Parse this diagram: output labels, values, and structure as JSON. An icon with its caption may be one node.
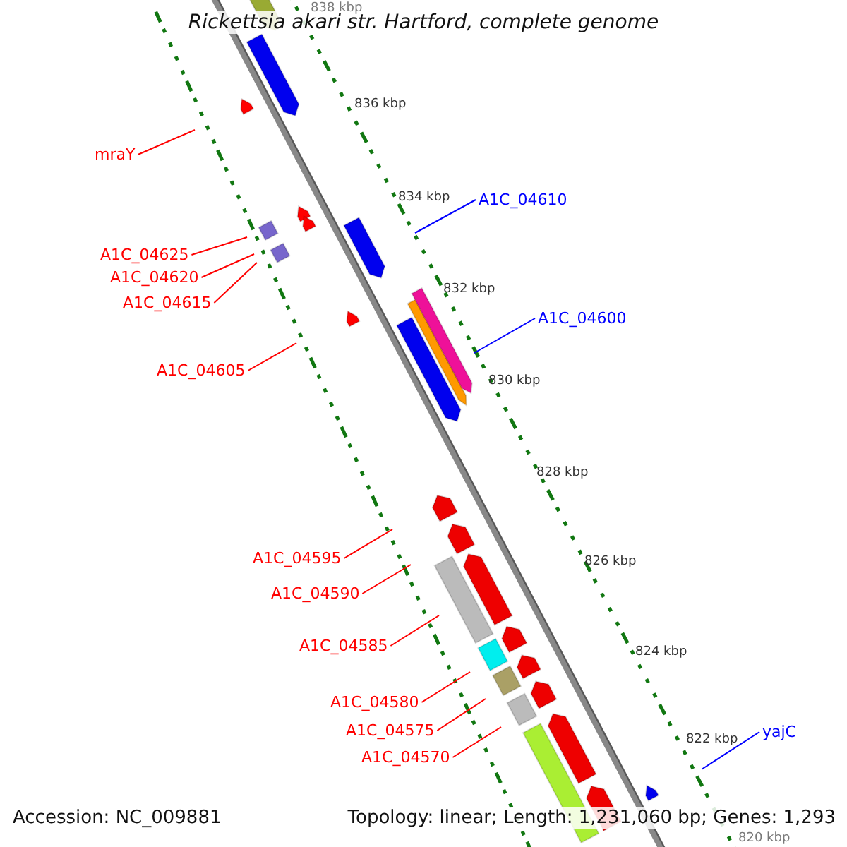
{
  "diagram": {
    "title": "Rickettsia akari str. Hartford, complete genome",
    "nodes": [
      {
        "text": [
          "mraY"
        ]
      },
      {
        "text": [
          "A1C_04610"
        ]
      },
      {
        "text": [
          "A1C_04625"
        ]
      },
      {
        "text": [
          "A1C_04620"
        ]
      },
      {
        "text": [
          "A1C_04615"
        ]
      },
      {
        "text": [
          "A1C_04600"
        ]
      },
      {
        "text": [
          "A1C_04605"
        ]
      },
      {
        "text": [
          "A1C_04595"
        ]
      },
      {
        "text": [
          "A1C_04590"
        ]
      },
      {
        "text": [
          "A1C_04585"
        ]
      },
      {
        "text": [
          "A1C_04580"
        ]
      },
      {
        "text": [
          "A1C_04575"
        ]
      },
      {
        "text": [
          "A1C_04570"
        ]
      },
      {
        "text": [
          "yajC"
        ]
      }
    ],
    "edges": [
      {
        "from": 0,
        "to": null,
        "arrow": "none"
      },
      {
        "from": 1,
        "to": null,
        "arrow": "none",
        "color": "#0000ff"
      },
      {
        "from": 2,
        "to": null,
        "arrow": "none"
      },
      {
        "from": 3,
        "to": null,
        "arrow": "none"
      },
      {
        "from": 4,
        "to": null,
        "arrow": "none"
      },
      {
        "from": 5,
        "to": null,
        "arrow": "none",
        "color": "#0000ff"
      },
      {
        "from": 6,
        "to": null,
        "arrow": "none"
      },
      {
        "from": 7,
        "to": null,
        "arrow": "none"
      },
      {
        "from": 8,
        "to": null,
        "arrow": "none"
      },
      {
        "from": 9,
        "to": null,
        "arrow": "none"
      },
      {
        "from": 10,
        "to": null,
        "arrow": "none"
      },
      {
        "from": 11,
        "to": null,
        "arrow": "none"
      },
      {
        "from": 12,
        "to": null,
        "arrow": "none"
      },
      {
        "from": 13,
        "to": null,
        "arrow": "none",
        "color": "#0000ff"
      }
    ],
    "labels": [
      "838 kbp",
      "836 kbp",
      "834 kbp",
      "832 kbp",
      "830 kbp",
      "828 kbp",
      "826 kbp",
      "824 kbp",
      "822 kbp",
      "820 kbp",
      "Accession: NC_009881",
      "Topology: linear; Length: 1,231,060 bp; Genes: 1,293"
    ]
  }
}
